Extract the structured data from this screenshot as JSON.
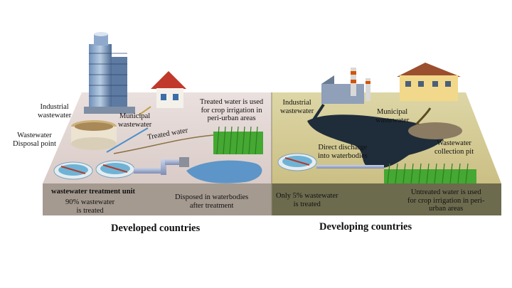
{
  "labels": {
    "industrial_wastewater_left": "Industrial\nwastewater",
    "municipal_wastewater_left": "Municipal\nwastewater",
    "disposal_point": "Wastewater\nDisposal point",
    "treated_water": "Treated water",
    "treated_irrigation": "Treated water is used\nfor crop irrigation in\nperi-urban areas",
    "treatment_unit": "wastewater treatment unit",
    "treated_90": "90% wastewater\nis treated",
    "disposed_after": "Disposed in waterbodies\nafter treatment",
    "industrial_wastewater_right": "Industrial\nwastewater",
    "municipal_wastewater_right": "Municipal\nwastewater",
    "direct_discharge": "Direct discharge\ninto waterbodies",
    "collection_pit": "Wastewater\ncollection pit",
    "treated_5": "Only 5% wastewater\nis treated",
    "untreated_irrigation": "Untreated water is used\nfor crop irrigation in peri-\nurban areas"
  },
  "captions": {
    "developed": "Developed countries",
    "developing": "Developing countries"
  },
  "colors": {
    "developed_ground": "#e3d6d3",
    "developing_ground": "#d5cc96",
    "soil_left": "#a59a90",
    "soil_right": "#6d6b4e",
    "clean_water": "#4f8fc8",
    "polluted_water": "#1f2d3a",
    "grass": "#44a832"
  }
}
